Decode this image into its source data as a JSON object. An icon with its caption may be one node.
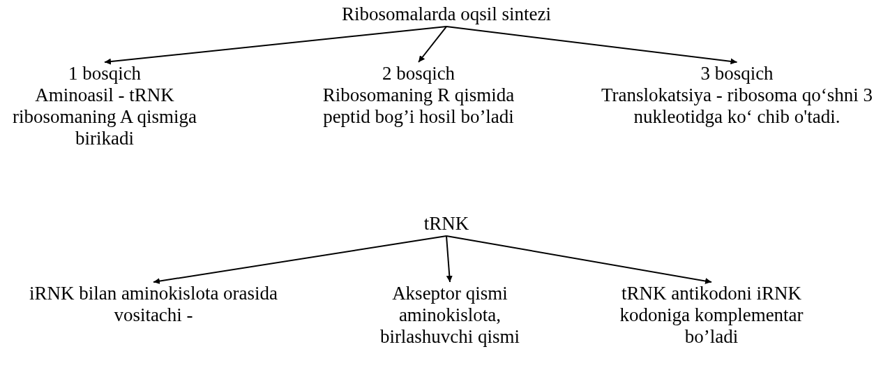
{
  "diagram": {
    "nodes": [
      {
        "text": [
          "Ribosomalarda oqsil sintezi"
        ]
      },
      {
        "text": [
          "1 bosqich",
          "Aminoasil - tRNK ribosomaning A qismiga birikadi"
        ]
      },
      {
        "text": [
          "2 bosqich",
          "Ribosomaning R qismida peptid bog’i hosil bo’ladi"
        ]
      },
      {
        "text": [
          "3 bosqich",
          "Translokatsiya - ribosoma qo‘shni 3 nukleotidga ko‘ chib o'tadi."
        ]
      },
      {
        "text": [
          "tRNK"
        ]
      },
      {
        "text": [
          "iRNK bilan aminokislota orasida vositachi -"
        ]
      },
      {
        "text": [
          "Akseptor qismi aminokislota, birlashuvchi qismi"
        ]
      },
      {
        "text": [
          "tRNK antikodoni iRNK kodoniga komplementar bo’ladi"
        ]
      }
    ],
    "edges": [
      {
        "from": 0,
        "to": 1,
        "arrow": "to"
      },
      {
        "from": 0,
        "to": 2,
        "arrow": "to"
      },
      {
        "from": 0,
        "to": 3,
        "arrow": "to"
      },
      {
        "from": 4,
        "to": 5,
        "arrow": "to"
      },
      {
        "from": 4,
        "to": 6,
        "arrow": "to"
      },
      {
        "from": 4,
        "to": 7,
        "arrow": "to"
      }
    ]
  }
}
